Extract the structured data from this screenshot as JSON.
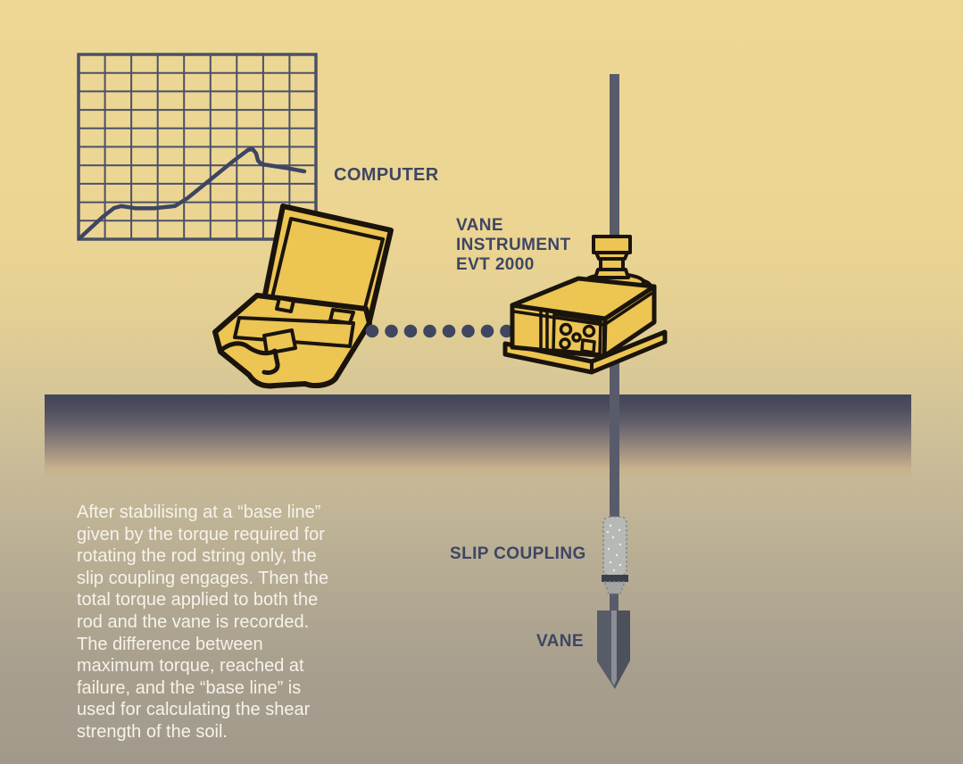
{
  "palette": {
    "background_top": "#edd795",
    "background_bottom": "#a19a8b",
    "accent_yellow": "#ecc552",
    "outline_black": "#1a140d",
    "ink_blue": "#3e4663",
    "ground_dark": "#42455a",
    "rod_grey": "#585b69",
    "coupling_grey": "#b6b9b5",
    "vane_grey": "#585c68",
    "paragraph_text": "#f6f3ea"
  },
  "labels": {
    "computer": "COMPUTER",
    "instrument_lines": [
      "VANE",
      "INSTRUMENT",
      "EVT 2000"
    ],
    "slip_coupling": "SLIP COUPLING",
    "vane": "VANE"
  },
  "description_lines": [
    "After stabilising at a “base line”",
    "given by the torque required for",
    "rotating the rod string only, the",
    "slip coupling engages. Then the",
    "total torque applied to both the",
    "rod and the vane is recorded.",
    "The difference between",
    "maximum torque, reached at",
    "failure, and the “base line” is",
    "used for calculating the shear",
    "strength of the soil."
  ],
  "diagram": {
    "graph": {
      "type": "line",
      "title": "",
      "grid_cols": 9,
      "grid_rows": 10,
      "grid_on": true,
      "curve_pct": [
        [
          0.4,
          99.5
        ],
        [
          10.2,
          87.9
        ],
        [
          15.0,
          83.1
        ],
        [
          18.0,
          82.1
        ],
        [
          24.1,
          83.3
        ],
        [
          31.6,
          83.3
        ],
        [
          40.6,
          82.1
        ],
        [
          45.9,
          77.8
        ],
        [
          65.4,
          57.5
        ],
        [
          71.4,
          51.7
        ],
        [
          73.3,
          51.2
        ],
        [
          74.8,
          53.6
        ],
        [
          75.6,
          57.5
        ],
        [
          77.1,
          59.4
        ],
        [
          79.7,
          59.9
        ],
        [
          87.2,
          61.4
        ],
        [
          95.1,
          63.3
        ]
      ]
    },
    "connection_dot_count": 8
  }
}
